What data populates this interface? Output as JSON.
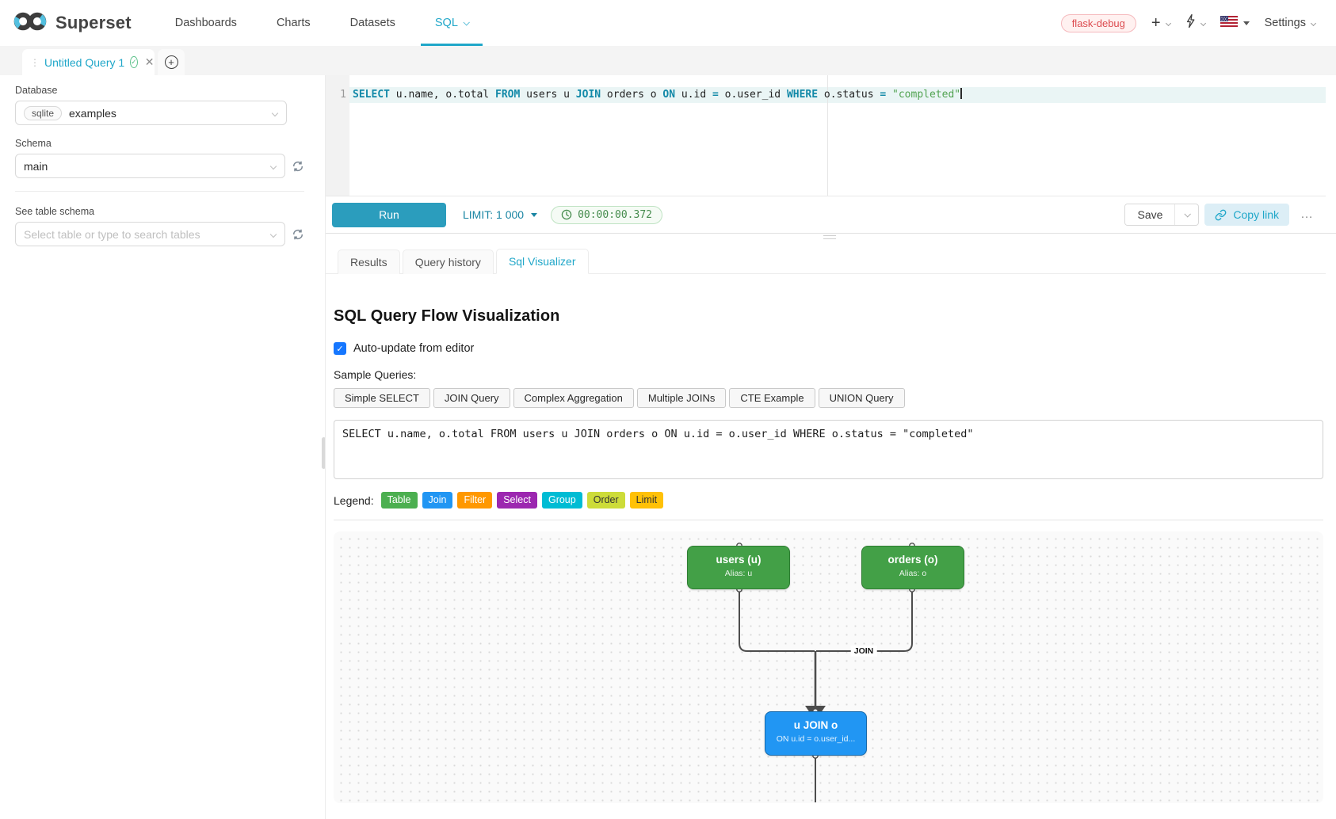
{
  "brand": {
    "name": "Superset",
    "accent_color": "#20a7c9"
  },
  "nav": {
    "items": [
      {
        "label": "Dashboards",
        "active": false,
        "caret": false
      },
      {
        "label": "Charts",
        "active": false,
        "caret": false
      },
      {
        "label": "Datasets",
        "active": false,
        "caret": false
      },
      {
        "label": "SQL",
        "active": true,
        "caret": true
      }
    ],
    "env_badge": "flask-debug",
    "plus_glyph": "+",
    "settings_label": "Settings"
  },
  "tab_strip": {
    "query_title": "Untitled Query 1",
    "check_glyph": "✓",
    "close_glyph": "✕",
    "add_glyph": "+",
    "drag_glyph": "⋮"
  },
  "sidebar": {
    "database_label": "Database",
    "database_type": "sqlite",
    "database_value": "examples",
    "schema_label": "Schema",
    "schema_value": "main",
    "table_label": "See table schema",
    "table_placeholder": "Select table or type to search tables"
  },
  "editor": {
    "line_number": "1",
    "tokens": [
      {
        "c": "kw",
        "t": "SELECT"
      },
      {
        "c": "pl",
        "t": " u.name, o.total "
      },
      {
        "c": "kw",
        "t": "FROM"
      },
      {
        "c": "pl",
        "t": " users u "
      },
      {
        "c": "kw",
        "t": "JOIN"
      },
      {
        "c": "pl",
        "t": " orders o "
      },
      {
        "c": "kw",
        "t": "ON"
      },
      {
        "c": "pl",
        "t": " u.id "
      },
      {
        "c": "kw",
        "t": "="
      },
      {
        "c": "pl",
        "t": " o.user_id "
      },
      {
        "c": "kw",
        "t": "WHERE"
      },
      {
        "c": "pl",
        "t": " o.status "
      },
      {
        "c": "kw",
        "t": "="
      },
      {
        "c": "str",
        "t": " \"completed\""
      }
    ]
  },
  "toolbar": {
    "run_label": "Run",
    "limit_label": "LIMIT:",
    "limit_value": "1 000",
    "timer_value": "00:00:00.372",
    "save_label": "Save",
    "copy_link_label": "Copy link",
    "more_glyph": "…"
  },
  "result_tabs": {
    "items": [
      {
        "label": "Results",
        "active": false
      },
      {
        "label": "Query history",
        "active": false
      },
      {
        "label": "Sql Visualizer",
        "active": true
      }
    ]
  },
  "visualizer": {
    "title": "SQL Query Flow Visualization",
    "auto_update_label": "Auto-update from editor",
    "auto_update_checked": true,
    "sample_queries_label": "Sample Queries:",
    "sample_buttons": [
      "Simple SELECT",
      "JOIN Query",
      "Complex Aggregation",
      "Multiple JOINs",
      "CTE Example",
      "UNION Query"
    ],
    "sql_input": "SELECT u.name, o.total FROM users u JOIN orders o ON u.id = o.user_id WHERE o.status = \"completed\"",
    "legend_label": "Legend:",
    "legend": [
      {
        "label": "Table",
        "bg": "#4CAF50",
        "fg": "#ffffff"
      },
      {
        "label": "Join",
        "bg": "#2196F3",
        "fg": "#ffffff"
      },
      {
        "label": "Filter",
        "bg": "#FF9800",
        "fg": "#ffffff"
      },
      {
        "label": "Select",
        "bg": "#9C27B0",
        "fg": "#ffffff"
      },
      {
        "label": "Group",
        "bg": "#00BCD4",
        "fg": "#ffffff"
      },
      {
        "label": "Order",
        "bg": "#CDDC39",
        "fg": "#333333"
      },
      {
        "label": "Limit",
        "bg": "#FFC107",
        "fg": "#333333"
      }
    ],
    "flow": {
      "nodes": [
        {
          "title": "users (u)",
          "subtitle": "Alias: u",
          "bg": "#43a047",
          "border": "#2e7d32"
        },
        {
          "title": "orders (o)",
          "subtitle": "Alias: o",
          "bg": "#43a047",
          "border": "#2e7d32"
        },
        {
          "title": "u JOIN o",
          "subtitle": "ON u.id = o.user_id...",
          "bg": "#2196f3",
          "border": "#1769aa"
        }
      ],
      "edge_label": "JOIN"
    }
  }
}
